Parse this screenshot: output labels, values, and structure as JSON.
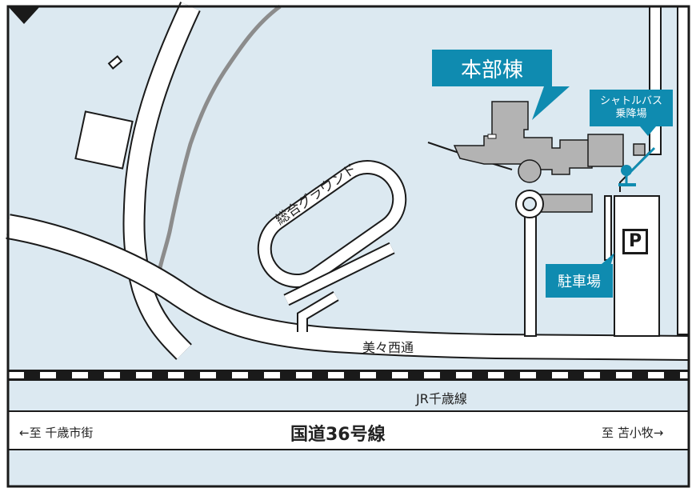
{
  "labels": {
    "hq": "本部棟",
    "shuttle_line1": "シャトルバス",
    "shuttle_line2": "乗降場",
    "ground": "総合グラウンド",
    "parking_lot": "駐車場",
    "parking_sign": "P",
    "street": "美々西通",
    "railway": "JR千歳線",
    "route": "国道36号線",
    "to_left": "←至 千歳市街",
    "to_right": "至 苫小牧→"
  },
  "colors": {
    "background": "#dce9f1",
    "road": "#ffffff",
    "outline": "#1a1a1a",
    "building": "#b3b3b3",
    "accent": "#0f8bb0"
  }
}
